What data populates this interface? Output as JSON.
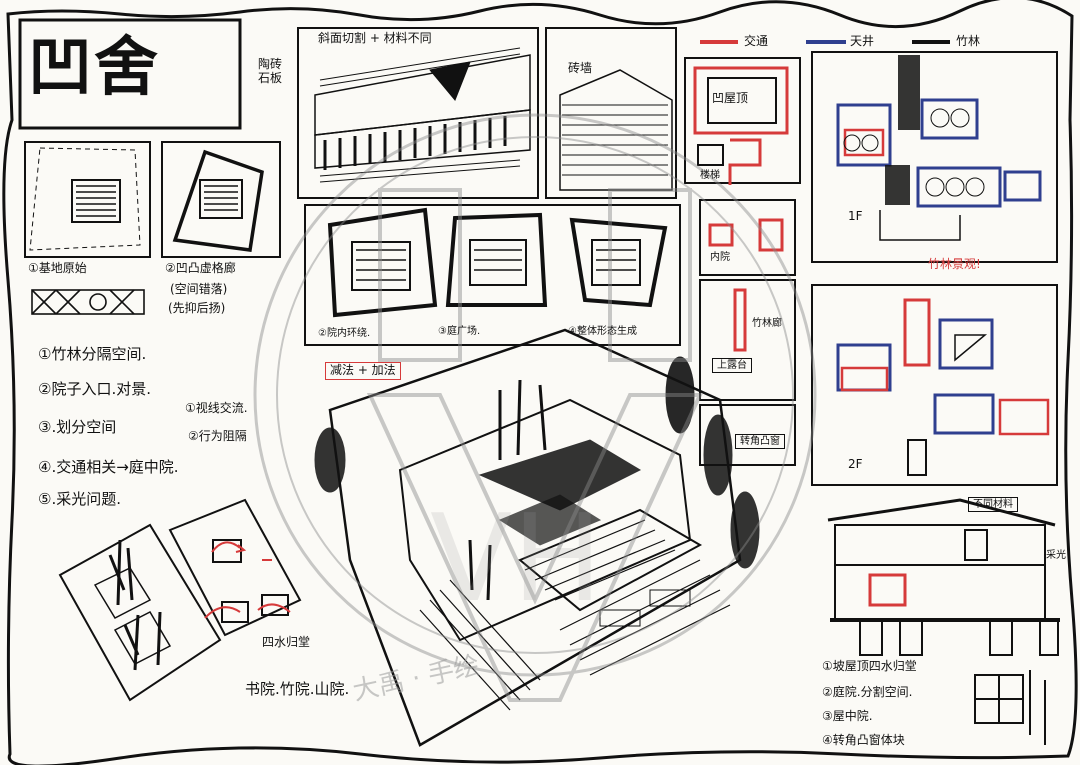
{
  "board": {
    "title": "凹舍",
    "watermark": {
      "mark": "VH",
      "text": "大禹 · 手绘"
    }
  },
  "left_panel": {
    "diagram_labels": [
      "①基地原始",
      "②凹凸虚格廊",
      "(空间错落)",
      "(先抑后扬)"
    ],
    "strategy_list": [
      "①竹林分隔空间.",
      "②院子入口.对景.",
      "③.划分空间",
      "①视线交流.",
      "②行为阻隔",
      "④.交通相关→庭中院.",
      "⑤.采光问题."
    ],
    "bottom_labels": {
      "courtyards": "四水归堂",
      "courtyard_types": "书院.竹院.山院."
    }
  },
  "center_panel": {
    "facade_note": "斜面切割 + 材料不同",
    "wall_label": "陶砖石板",
    "brick_label": "砖墙",
    "process_labels": [
      "②院内环绕.",
      "③庭广场.",
      "④整体形态生成"
    ],
    "method_tag": "减法 + 加法"
  },
  "right_panel": {
    "legend": {
      "circulation": "交通",
      "void": "天井",
      "bamboo": "竹林"
    },
    "labels": {
      "plan_center": "凹屋顶",
      "stair": "楼梯",
      "floor1": "1F",
      "floor2": "2F",
      "courtyard": "内院",
      "bamboo_grove": "竹林廊",
      "upper_deck": "上露台",
      "corner_window": "转角凸窗",
      "bamboo_view": "竹林景观!",
      "material": "不同材料",
      "section_note": "采光"
    },
    "section_notes": [
      "①坡屋顶四水归堂",
      "②庭院.分割空间.",
      "③屋中院.",
      "④转角凸窗体块"
    ]
  },
  "colors": {
    "ink": "#111111",
    "red": "#d63a3a",
    "blue": "#2f3f8f",
    "paper": "#fbfaf6",
    "watermark": "#9c9c9c"
  },
  "icons": {
    "legend_circulation": "red-line-icon",
    "legend_void": "blue-line-icon",
    "legend_bamboo": "green-line-icon"
  }
}
